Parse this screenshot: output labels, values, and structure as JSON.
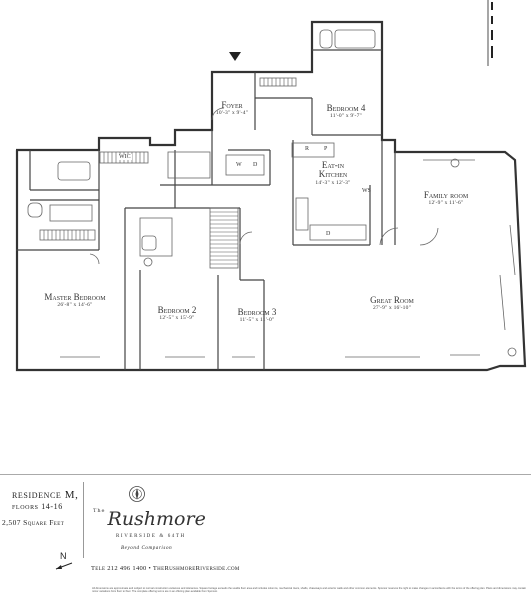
{
  "rooms": {
    "foyer": {
      "name": "Foyer",
      "dims": "10'-3\" x 9'-4\""
    },
    "bedroom4": {
      "name": "Bedroom 4",
      "dims": "11'-0\" x 9'-7\""
    },
    "eat_in_kitchen": {
      "name1": "Eat-in",
      "name2": "Kitchen",
      "dims": "14'-3\" x 12'-3\""
    },
    "family_room": {
      "name": "Family room",
      "dims": "12'-9\" x 11'-6\""
    },
    "master_bedroom": {
      "name": "Master Bedroom",
      "dims": "26'-8\" x 14'-6\""
    },
    "bedroom2": {
      "name": "Bedroom 2",
      "dims": "12'-5\" x 15'-9\""
    },
    "bedroom3": {
      "name": "Bedroom 3",
      "dims": "11'-5\" x 11'-0\""
    },
    "great_room": {
      "name": "Great Room",
      "dims": "27'-9\" x 16'-10\""
    }
  },
  "tags": {
    "wic": "WIC",
    "w": "W",
    "d": "D",
    "r": "R",
    "p": "P",
    "ws": "WS",
    "d2": "D"
  },
  "footer": {
    "residence_line": "residence M,",
    "floors_line": "floors 14-16",
    "square_feet": "2,507 Square Feet",
    "brand_the": "The",
    "brand_name": "Rushmore",
    "brand_location": "RIVERSIDE & 64TH",
    "tagline": "Beyond Comparison",
    "contact": "Tele 212 496 1400 • TheRushmoreRiverside.com",
    "north": "N",
    "fine_print": "All dimensions are approximate and subject to normal construction variances and tolerances. Square footage exceeds the usable floor area and includes columns, mechanical risers, shafts, chaseways and exterior walls and other common elements. Sponsor reserves the right to make changes in accordance with the terms of the offering plan. Plans and dimensions may contain minor variations from floor to floor. The complete offering terms are in an offering plan available from Sponsor."
  }
}
